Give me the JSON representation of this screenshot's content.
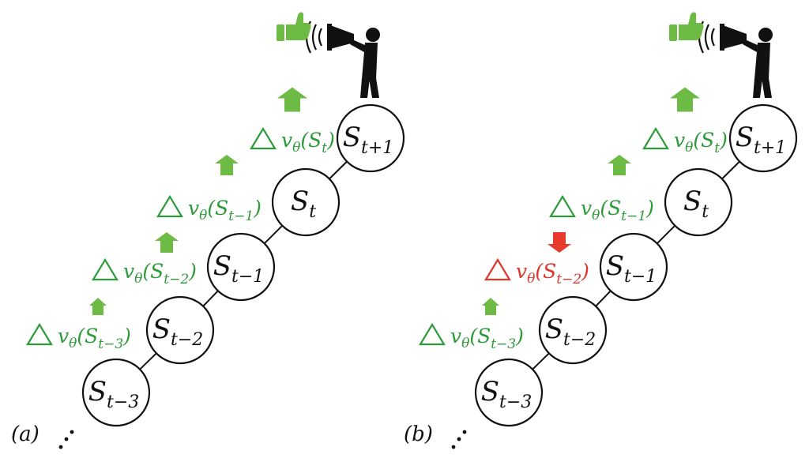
{
  "colors": {
    "positive": "#6dbb45",
    "negative": "#e63a2e",
    "label_green": "#2e9b3a",
    "label_red": "#e0352b",
    "ink": "#111111"
  },
  "icons": [
    "thumbs-up-icon",
    "megaphone-icon",
    "speaker-person-icon",
    "up-arrow-icon",
    "down-arrow-icon",
    "triangle-delta-icon",
    "ellipsis-dots"
  ],
  "panels": [
    {
      "tag": "(a)",
      "states": [
        {
          "main": "S",
          "sub": "t−3"
        },
        {
          "main": "S",
          "sub": "t−2"
        },
        {
          "main": "S",
          "sub": "t−1"
        },
        {
          "main": "S",
          "sub": "t"
        },
        {
          "main": "S",
          "sub": "t+1"
        }
      ],
      "updates": [
        {
          "v": "v",
          "theta": "θ",
          "open": "(S",
          "sub": "t−3",
          "close": ")",
          "direction": "up",
          "magnitude": "small"
        },
        {
          "v": "v",
          "theta": "θ",
          "open": "(S",
          "sub": "t−2",
          "close": ")",
          "direction": "up",
          "magnitude": "medium"
        },
        {
          "v": "v",
          "theta": "θ",
          "open": "(S",
          "sub": "t−1",
          "close": ")",
          "direction": "up",
          "magnitude": "medium"
        },
        {
          "v": "v",
          "theta": "θ",
          "open": "(S",
          "sub": "t",
          "close": ")",
          "direction": "up",
          "magnitude": "large"
        }
      ]
    },
    {
      "tag": "(b)",
      "states": [
        {
          "main": "S",
          "sub": "t−3"
        },
        {
          "main": "S",
          "sub": "t−2"
        },
        {
          "main": "S",
          "sub": "t−1"
        },
        {
          "main": "S",
          "sub": "t"
        },
        {
          "main": "S",
          "sub": "t+1"
        }
      ],
      "updates": [
        {
          "v": "v",
          "theta": "θ",
          "open": "(S",
          "sub": "t−3",
          "close": ")",
          "direction": "up",
          "magnitude": "small"
        },
        {
          "v": "v",
          "theta": "θ",
          "open": "(S",
          "sub": "t−2",
          "close": ")",
          "direction": "down",
          "magnitude": "medium"
        },
        {
          "v": "v",
          "theta": "θ",
          "open": "(S",
          "sub": "t−1",
          "close": ")",
          "direction": "up",
          "magnitude": "medium"
        },
        {
          "v": "v",
          "theta": "θ",
          "open": "(S",
          "sub": "t",
          "close": ")",
          "direction": "up",
          "magnitude": "large"
        }
      ]
    }
  ]
}
